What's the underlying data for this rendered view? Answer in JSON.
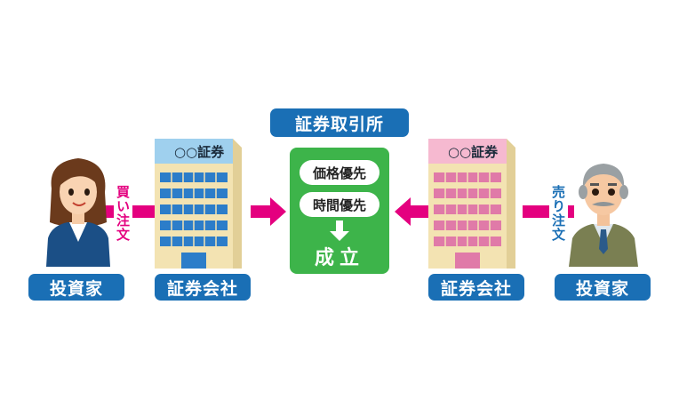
{
  "exchange": {
    "title": "証券取引所",
    "rule_price": "価格優先",
    "rule_time": "時間優先",
    "result": "成立"
  },
  "left": {
    "investor_label": "投資家",
    "company_label": "証券会社",
    "company_sign": "○○証券",
    "order_label": "買い注文"
  },
  "right": {
    "investor_label": "投資家",
    "company_label": "証券会社",
    "company_sign": "○○証券",
    "order_label": "売り注文"
  },
  "colors": {
    "label_blue": "#1a6fb5",
    "buy_pink": "#e4007f",
    "exchange_green": "#3db44a",
    "building_blue": "#2c7dc9",
    "building_pink": "#e07aa8",
    "building_beige": "#f3e3b2"
  }
}
